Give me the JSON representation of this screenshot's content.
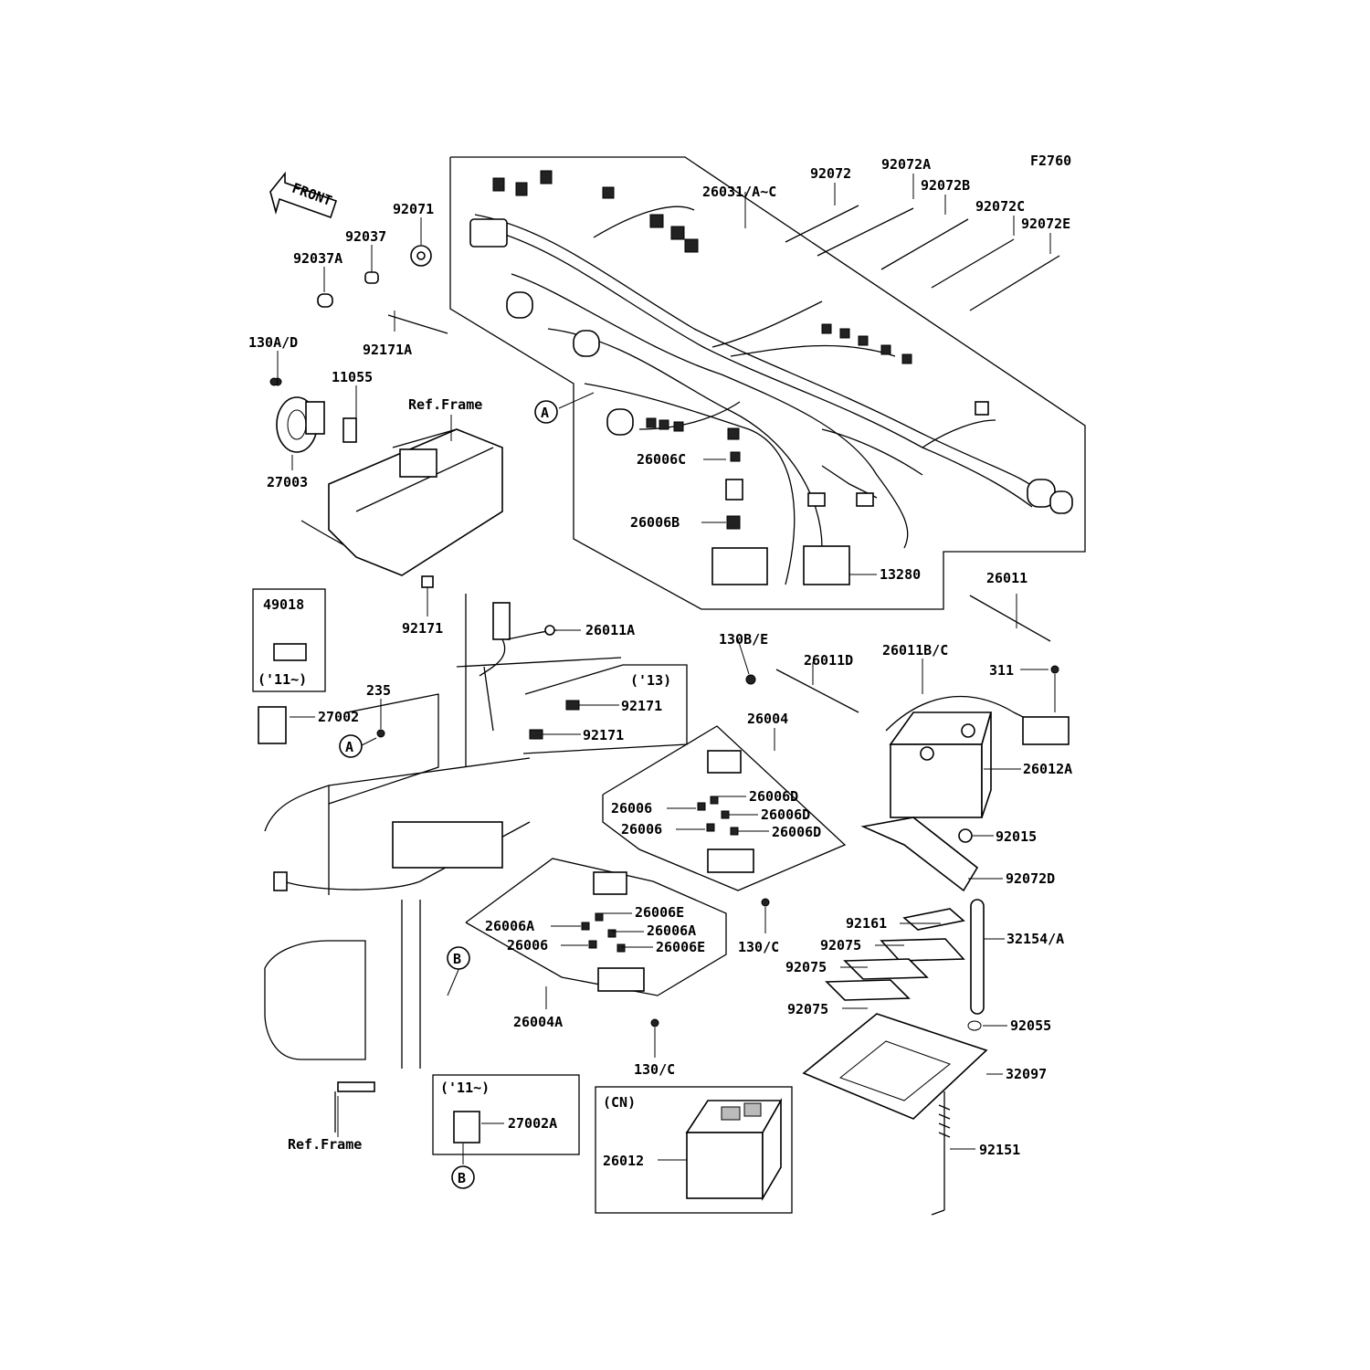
{
  "figure_code": "F2760",
  "front_arrow_text": "FRONT",
  "ref_frame_labels": [
    "Ref.Frame",
    "Ref.Frame"
  ],
  "callout_circles": [
    "A",
    "A",
    "B",
    "B"
  ],
  "notes": {
    "year_11_a": "('11~)",
    "year_13": "('13)",
    "year_11_b": "('11~)",
    "cn": "(CN)"
  },
  "part_labels": [
    "26031/A~C",
    "92072",
    "92072A",
    "92072B",
    "92072C",
    "92072E",
    "92071",
    "92037",
    "92037A",
    "92171A",
    "130A/D",
    "11055",
    "27003",
    "26006C",
    "26006B",
    "13280",
    "92171",
    "49018",
    "26011A",
    "26011",
    "130B/E",
    "26011D",
    "26011B/C",
    "311",
    "235",
    "27002",
    "92171",
    "92171",
    "26004",
    "26006D",
    "26006",
    "26006D",
    "26006",
    "26006D",
    "26012A",
    "92015",
    "92072D",
    "26006A",
    "26006E",
    "26006A",
    "26006",
    "26006E",
    "130/C",
    "92161",
    "32154/A",
    "92075",
    "92075",
    "92075",
    "26004A",
    "130/C",
    "92055",
    "32097",
    "27002A",
    "26012",
    "92151"
  ]
}
